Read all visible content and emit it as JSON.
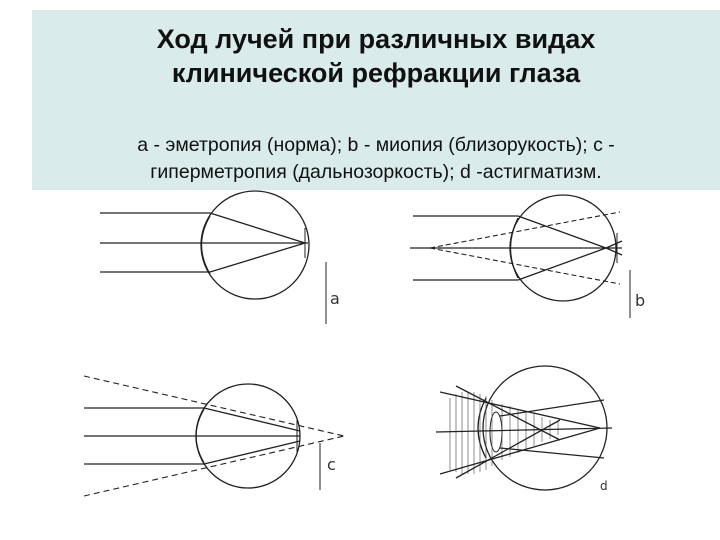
{
  "slide": {
    "title_line1": "Ход лучей при различных видах",
    "title_line2": "клинической рефракции глаза",
    "subtitle_line1": "a - эметропия (норма); b - миопия (близорукость); c -",
    "subtitle_line2": "гиперметропия (дальнозоркость); d -астигматизм."
  },
  "figures": {
    "a_label": "a",
    "b_label": "b",
    "c_label": "c",
    "d_label": "d"
  }
}
